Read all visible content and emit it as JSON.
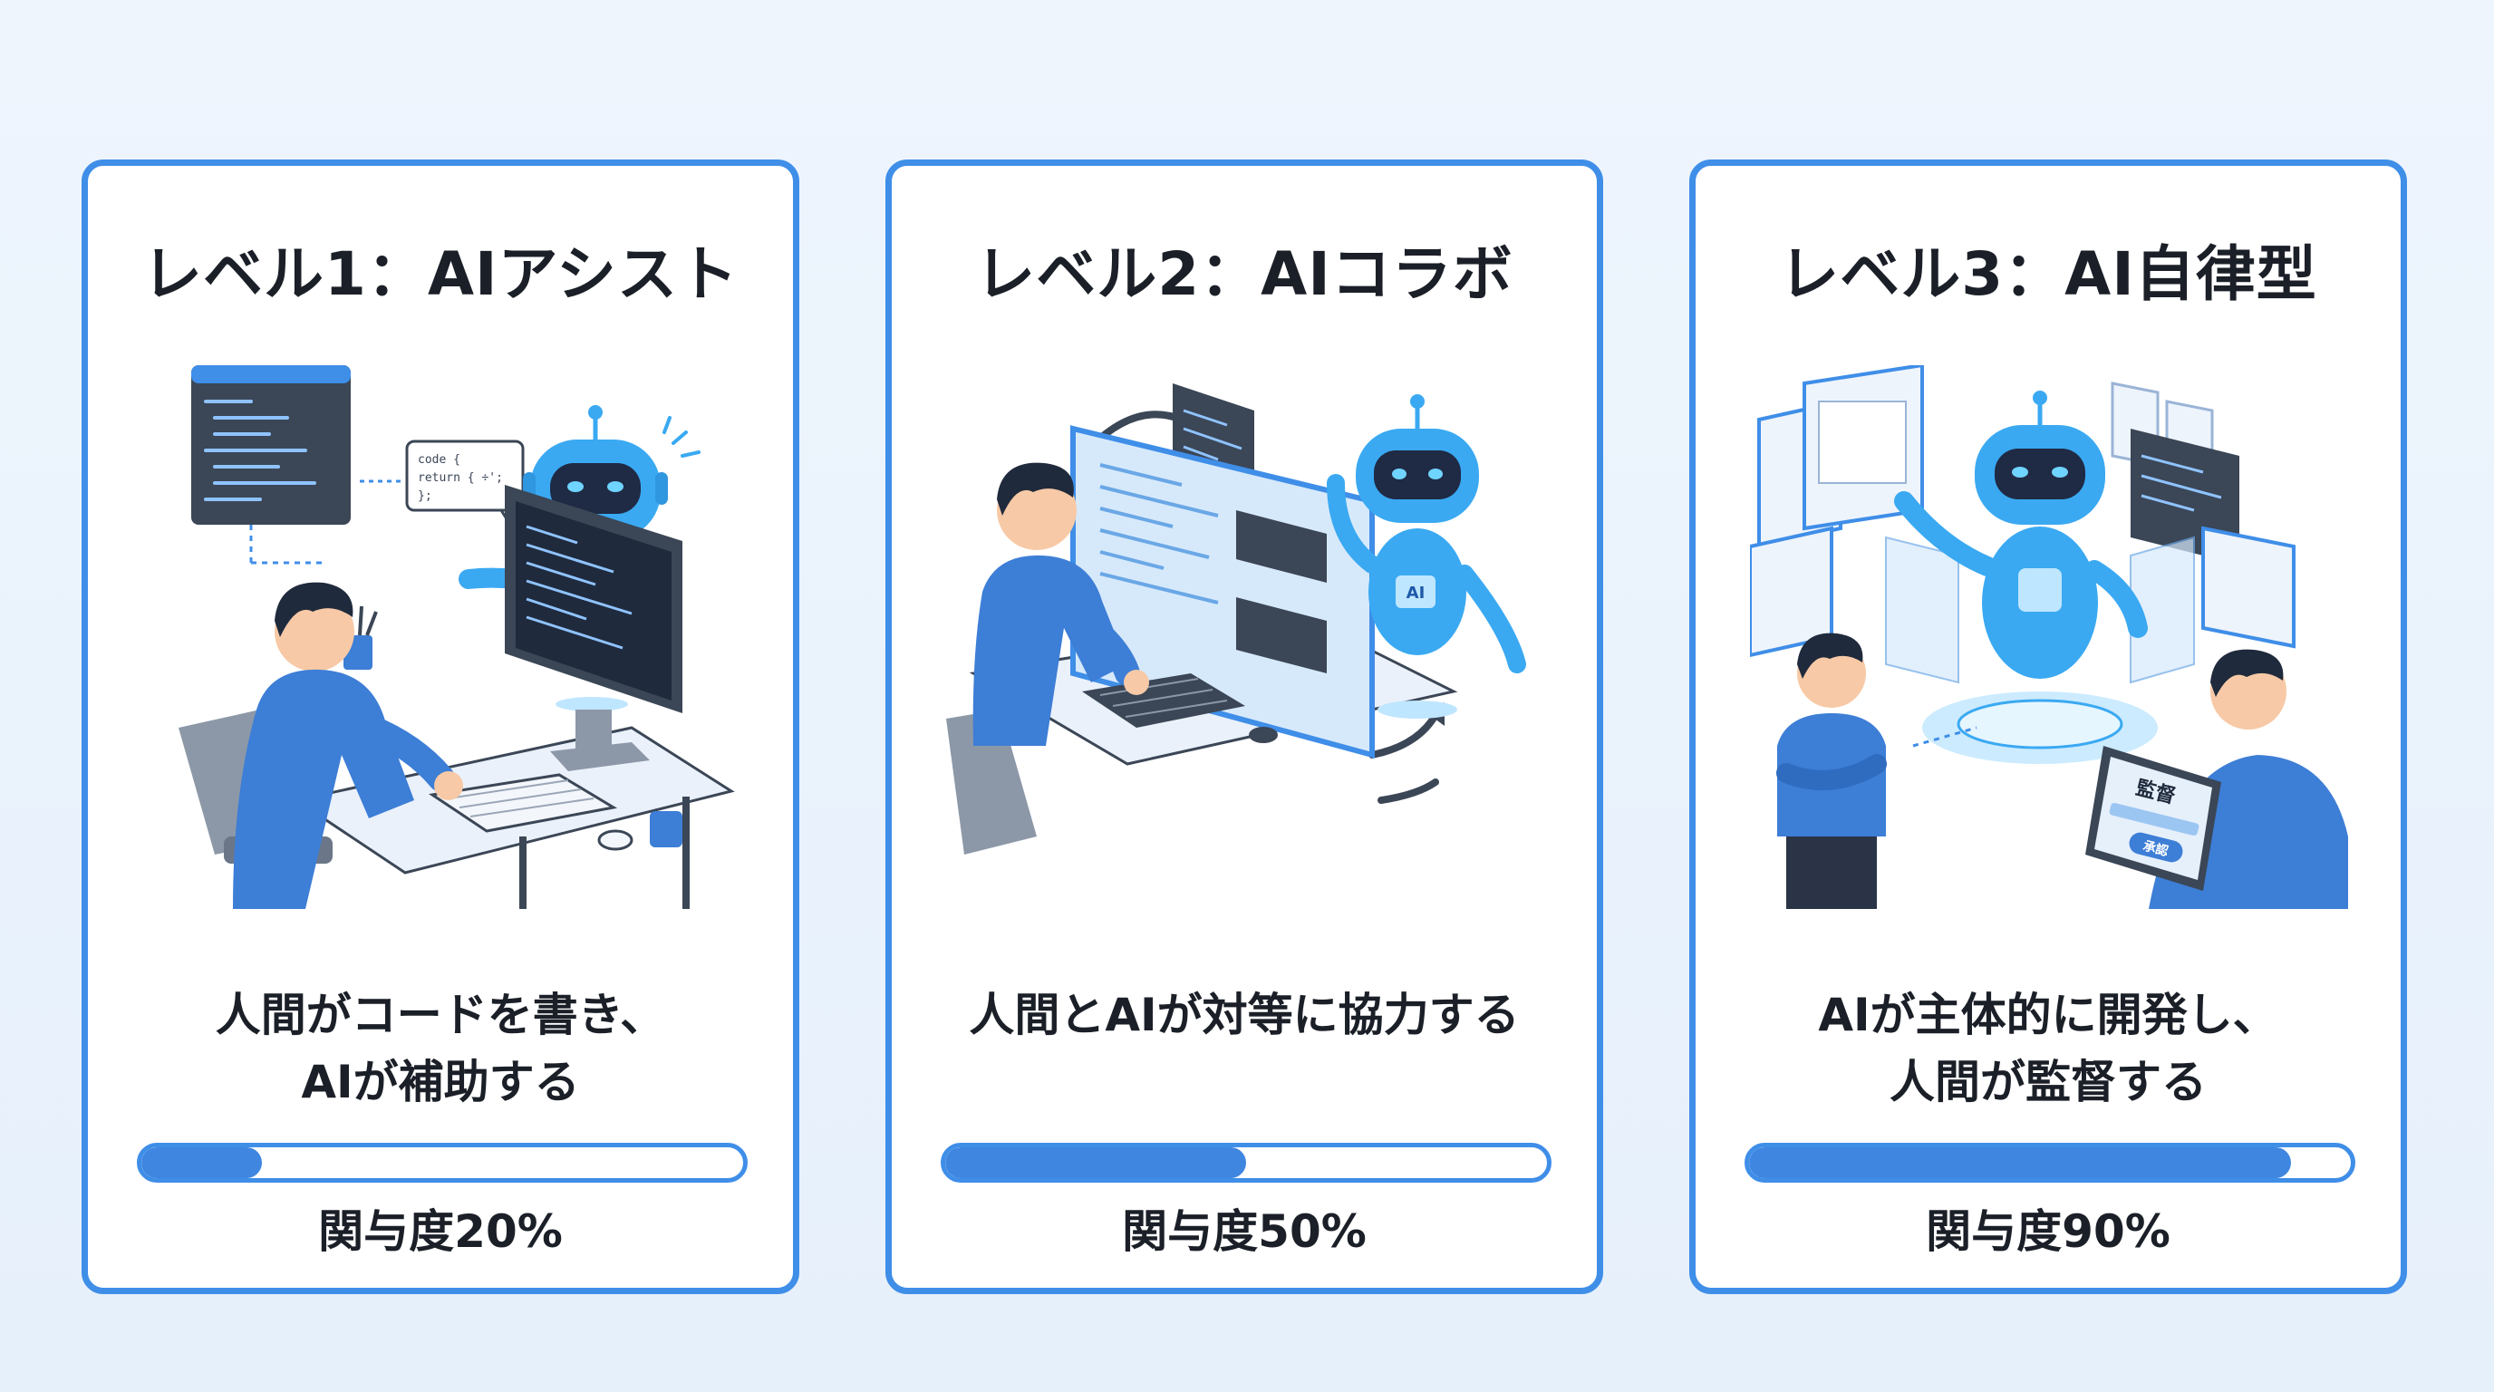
{
  "cards": [
    {
      "title": "レベル1：AIアシスト",
      "desc": [
        "人間がコードを書き、",
        "AIが補助する"
      ],
      "involvement_label": "関与度20%",
      "involvement": 20,
      "bubble_code": [
        "code {",
        "  return { ÷';",
        "};"
      ]
    },
    {
      "title": "レベル2：AIコラボ",
      "desc": [
        "人間とAIが対等に協力する"
      ],
      "involvement_label": "関与度50%",
      "involvement": 50,
      "robot_badge": "AI"
    },
    {
      "title": "レベル3：AI自律型",
      "desc": [
        "AIが主体的に開発し、",
        "人間が監督する"
      ],
      "involvement_label": "関与度90%",
      "involvement": 90,
      "tablet_title": "監督",
      "tablet_button": "承認"
    }
  ],
  "colors": {
    "accent": "#3f8ee8",
    "fill": "#3e86e0",
    "robot": "#3aa9f2",
    "shirt": "#3d7ed6",
    "dark_screen": "#3b4656"
  }
}
